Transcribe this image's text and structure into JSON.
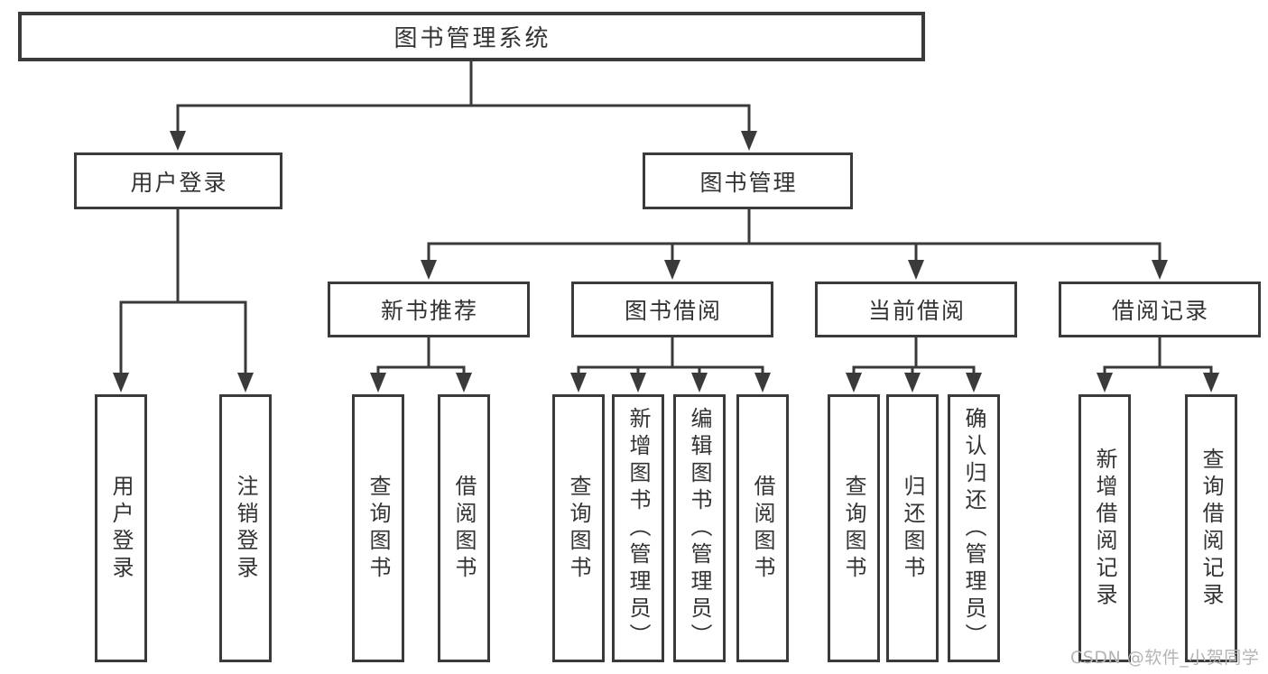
{
  "diagram_type": "tree",
  "tree": {
    "label": "图书管理系统",
    "children": [
      {
        "label": "用户登录",
        "children": [
          {
            "label": "用户登录"
          },
          {
            "label": "注销登录"
          }
        ]
      },
      {
        "label": "图书管理",
        "children": [
          {
            "label": "新书推荐",
            "children": [
              {
                "label": "查询图书"
              },
              {
                "label": "借阅图书"
              }
            ]
          },
          {
            "label": "图书借阅",
            "children": [
              {
                "label": "查询图书"
              },
              {
                "label": "新增图书（管理员）"
              },
              {
                "label": "编辑图书（管理员）"
              },
              {
                "label": "借阅图书"
              }
            ]
          },
          {
            "label": "当前借阅",
            "children": [
              {
                "label": "查询图书"
              },
              {
                "label": "归还图书"
              },
              {
                "label": "确认归还（管理员）"
              }
            ]
          },
          {
            "label": "借阅记录",
            "children": [
              {
                "label": "新增借阅记录"
              },
              {
                "label": "查询借阅记录"
              }
            ]
          }
        ]
      }
    ]
  },
  "watermark": {
    "text": "CSDN @软件_小贺同学"
  },
  "colors": {
    "line": "#3a3a3a",
    "text": "#333333",
    "watermark": "#b4b4b4",
    "background": "#ffffff"
  }
}
